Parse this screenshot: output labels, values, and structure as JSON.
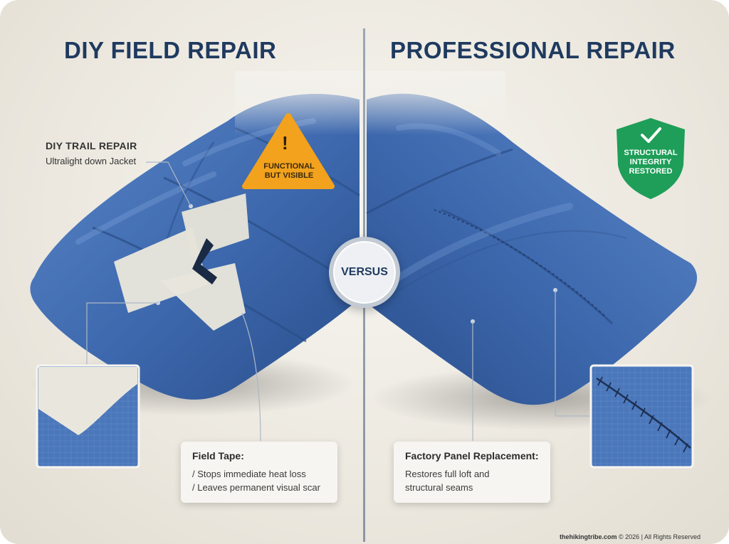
{
  "left": {
    "title": "DIY FIELD REPAIR",
    "label_title": "DIY TRAIL REPAIR",
    "label_sub": "Ultralight down Jacket",
    "badge": {
      "line1": "FUNCTIONAL",
      "line2": "BUT VISIBLE",
      "color": "#f2a21c"
    },
    "card": {
      "head": "Field Tape:",
      "lines": [
        "/ Stops immediate heat loss",
        "/ Leaves permanent visual scar"
      ]
    }
  },
  "right": {
    "title": "PROFESSIONAL REPAIR",
    "badge": {
      "line1": "STRUCTURAL",
      "line2": "INTEGRITY",
      "line3": "RESTORED",
      "color": "#1e9e58"
    },
    "card": {
      "head": "Factory Panel Replacement:",
      "lines": [
        "Restores full loft and",
        "structural seams"
      ]
    }
  },
  "versus": "VERSUS",
  "credit": {
    "site": "thehikingtribe.com",
    "rest": " © 2026 | All Rights Reserved"
  },
  "colors": {
    "title": "#1f3a5f",
    "fabric": "#3f6db5",
    "tape": "#e8e6dc"
  }
}
